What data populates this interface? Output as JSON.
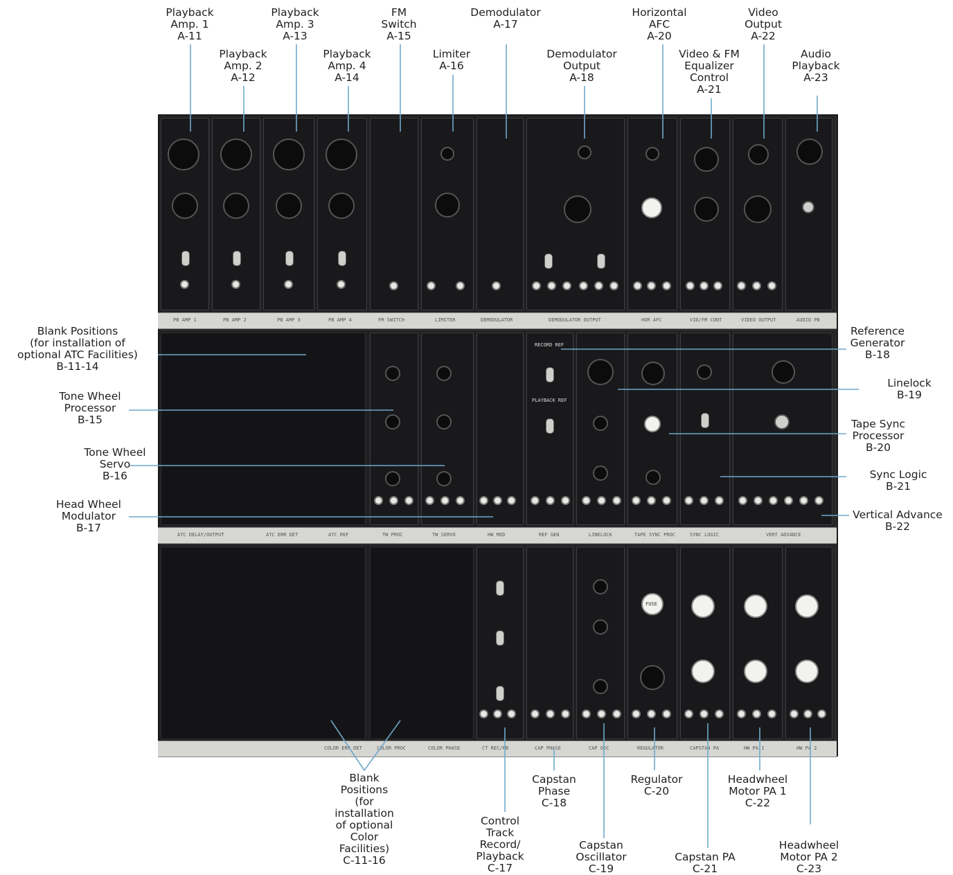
{
  "labels": {
    "a11": [
      "Playback",
      "Amp. 1",
      "A-11"
    ],
    "a12": [
      "Playback",
      "Amp. 2",
      "A-12"
    ],
    "a13": [
      "Playback",
      "Amp. 3",
      "A-13"
    ],
    "a14": [
      "Playback",
      "Amp. 4",
      "A-14"
    ],
    "a15": [
      "FM",
      "Switch",
      "A-15"
    ],
    "a16": [
      "Limiter",
      "A-16"
    ],
    "a17": [
      "Demodulator",
      "A-17"
    ],
    "a18": [
      "Demodulator",
      "Output",
      "A-18"
    ],
    "a20": [
      "Horizontal",
      "AFC",
      "A-20"
    ],
    "a21": [
      "Video & FM",
      "Equalizer",
      "Control",
      "A-21"
    ],
    "a22": [
      "Video",
      "Output",
      "A-22"
    ],
    "a23": [
      "Audio",
      "Playback",
      "A-23"
    ],
    "b11": [
      "Blank Positions",
      "(for installation of",
      "optional ATC Facilities)",
      "B-11-14"
    ],
    "b15": [
      "Tone Wheel",
      "Processor",
      "B-15"
    ],
    "b16": [
      "Tone Wheel",
      "Servo",
      "B-16"
    ],
    "b17": [
      "Head Wheel",
      "Modulator",
      "B-17"
    ],
    "b18": [
      "Reference",
      "Generator",
      "B-18"
    ],
    "b19": [
      "Linelock",
      "B-19"
    ],
    "b20": [
      "Tape Sync",
      "Processor",
      "B-20"
    ],
    "b21": [
      "Sync Logic",
      "B-21"
    ],
    "b22": [
      "Vertical Advance",
      "B-22"
    ],
    "c11": [
      "Blank",
      "Positions",
      "(for",
      "installation",
      "of optional",
      "Color",
      "Facilities)",
      "C-11-16"
    ],
    "c17": [
      "Control",
      "Track",
      "Record/",
      "Playback",
      "C-17"
    ],
    "c18": [
      "Capstan",
      "Phase",
      "C-18"
    ],
    "c19": [
      "Capstan",
      "Oscillator",
      "C-19"
    ],
    "c20": [
      "Regulator",
      "C-20"
    ],
    "c21": [
      "Capstan PA",
      "C-21"
    ],
    "c22": [
      "Headwheel",
      "Motor PA 1",
      "C-22"
    ],
    "c23": [
      "Headwheel",
      "Motor PA 2",
      "C-23"
    ]
  },
  "rail_tags": {
    "a": [
      "PB AMP 1",
      "PB AMP 2",
      "PB AMP 3",
      "PB AMP 4",
      "FM SWITCH",
      "LIMITER",
      "DEMODULATOR",
      "DEMODULATOR OUTPUT",
      "HOR AFC",
      "VID/FM CONT",
      "VIDEO OUTPUT",
      "AUDIO PB"
    ],
    "b": [
      "ATC DELAY/OUTPUT",
      "ATC ERR DET",
      "ATC REF",
      "TW PROC",
      "TW SERVO",
      "HW MOD",
      "REF GEN",
      "LINELOCK",
      "TAPE SYNC PROC",
      "SYNC LOGIC",
      "VERT ADVANCE"
    ],
    "c": [
      "COLOR ERR DET",
      "COLOR PROC",
      "COLOR PHASE",
      "CT REC/PB",
      "CAP PHASE",
      "CAP OSC",
      "REGULATOR",
      "CAPSTAN PA",
      "HW PA 1",
      "HW PA 2"
    ]
  },
  "panel_text": {
    "record_ref": "RECORD REF",
    "playback_ref": "PLAYBACK REF",
    "fuse": "FUSE"
  }
}
